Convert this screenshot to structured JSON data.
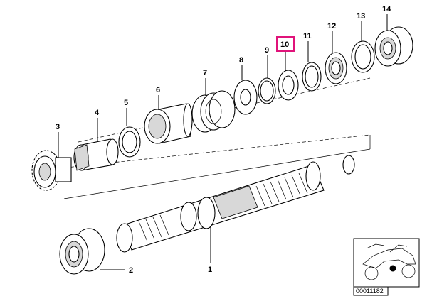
{
  "diagram": {
    "parts": [
      {
        "id": "1",
        "label": "1"
      },
      {
        "id": "2",
        "label": "2"
      },
      {
        "id": "3",
        "label": "3"
      },
      {
        "id": "4",
        "label": "4"
      },
      {
        "id": "5",
        "label": "5"
      },
      {
        "id": "6",
        "label": "6"
      },
      {
        "id": "7",
        "label": "7"
      },
      {
        "id": "8",
        "label": "8"
      },
      {
        "id": "9",
        "label": "9"
      },
      {
        "id": "10",
        "label": "10",
        "highlighted": true
      },
      {
        "id": "11",
        "label": "11"
      },
      {
        "id": "12",
        "label": "12"
      },
      {
        "id": "13",
        "label": "13"
      },
      {
        "id": "14",
        "label": "14"
      }
    ],
    "reference_number": "00011182",
    "highlight_color": "#e0137a"
  }
}
